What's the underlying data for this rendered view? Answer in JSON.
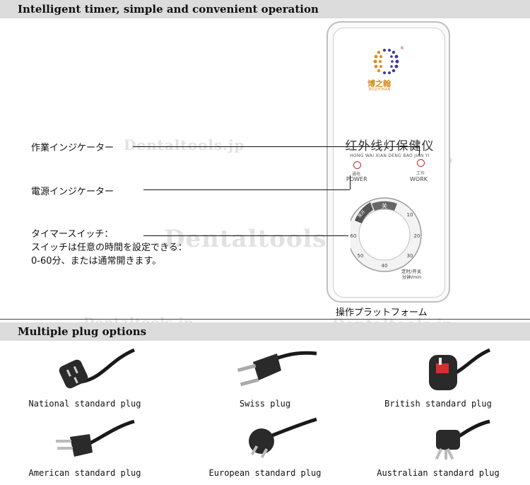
{
  "section1": {
    "title": "Intelligent timer, simple and convenient operation"
  },
  "callouts": {
    "work_indicator": "作業インジケーター",
    "power_indicator": "電源インジケーター",
    "timer_line1": "タイマースイッチ：",
    "timer_line2": "スイッチは任意の時間を設定できる：",
    "timer_line3": "0-60分、または通常開きます。",
    "platform": "操作プラットフォーム"
  },
  "device": {
    "brand_cn": "博之翰",
    "brand_en": "BOZHIHAN",
    "title_cn": "红外线灯保健仪",
    "title_pinyin": "HONG WAI XIAN DENG BAO JIAN YI",
    "power_cn": "通电",
    "power_en": "POWER",
    "work_cn": "工作",
    "work_en": "WORK",
    "dial_off": "关",
    "dial_always": "常开",
    "dial_marks": [
      "10",
      "20",
      "30",
      "40",
      "50",
      "60"
    ],
    "dial_caption_1": "定时/开关",
    "dial_caption_2": "分钟/min"
  },
  "watermark": "Dentaltools.jp",
  "section2": {
    "title": "Multiple plug options"
  },
  "plugs": [
    {
      "label": "National standard plug",
      "icon": "china-plug-icon"
    },
    {
      "label": "Swiss plug",
      "icon": "swiss-plug-icon"
    },
    {
      "label": "British standard plug",
      "icon": "british-plug-icon"
    },
    {
      "label": "American standard plug",
      "icon": "american-plug-icon"
    },
    {
      "label": "European standard plug",
      "icon": "european-plug-icon"
    },
    {
      "label": "Australian standard plug",
      "icon": "australian-plug-icon"
    }
  ],
  "colors": {
    "banner": "#dcdcdc",
    "led": "#c62828",
    "brand": "#d98a1b",
    "plug_red": "#d32f2f"
  }
}
